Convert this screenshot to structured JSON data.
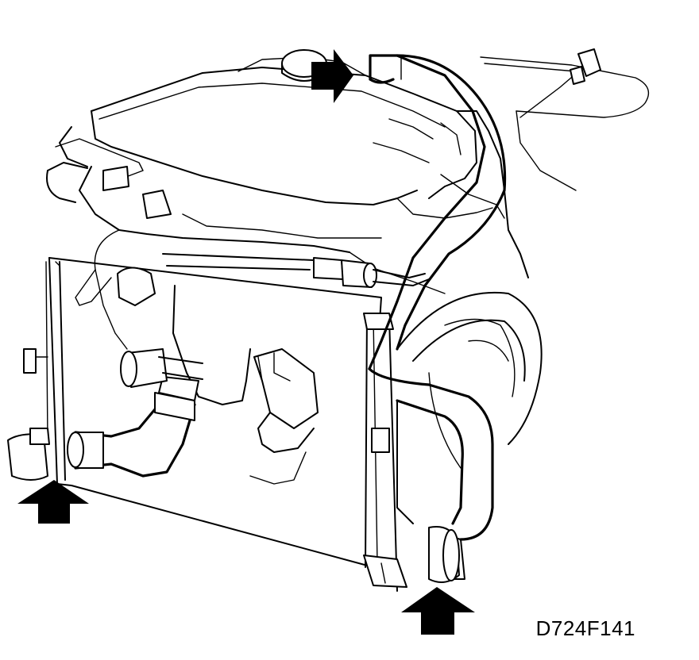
{
  "figure": {
    "reference_code": "D724F141",
    "ink_color": "#000000",
    "paper_color": "#ffffff",
    "arrows": [
      {
        "name": "top-flow-arrow",
        "direction": "right"
      },
      {
        "name": "left-flow-arrow",
        "direction": "up"
      },
      {
        "name": "right-flow-arrow",
        "direction": "up"
      }
    ]
  }
}
